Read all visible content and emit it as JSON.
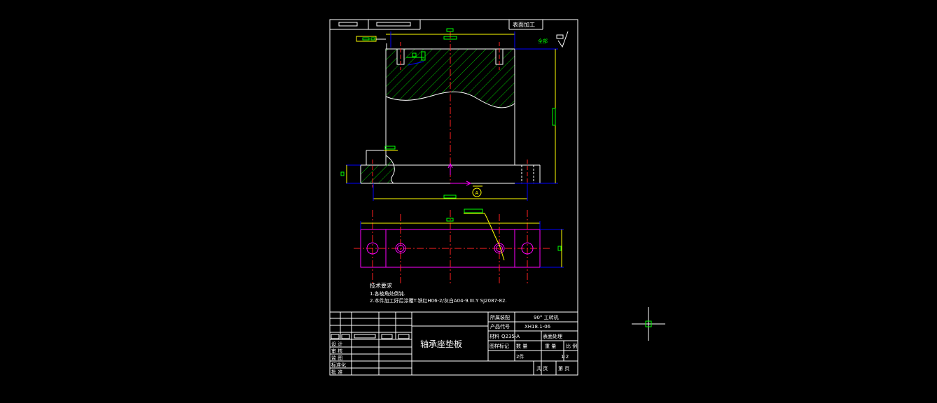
{
  "title_block": {
    "surface_label": "表面加工",
    "overall_roughness_label": "全部",
    "part_name": "轴承座垫板",
    "assembly_label": "所属装配",
    "assembly_value": "90° 工转机",
    "product_code_label": "产品代号",
    "product_code_value": "XH18.1-06",
    "material_label": "材料",
    "material_value": "Q235-A",
    "surface_treatment_label": "表面处理",
    "stage_mark_label": "图样标记",
    "quantity_label": "数 量",
    "weight_label": "重 量",
    "scale_label": "比 例",
    "quantity_value": "2件",
    "scale_value": "1:2",
    "sheets_total_label": "共 页",
    "sheet_no_label": "第 页",
    "sign_labels": [
      "设 计",
      "审 核",
      "监 图",
      "标准化",
      "批 准"
    ]
  },
  "tech_notes": {
    "heading": "技术要求",
    "line1": "1.各棱角处倒钝.",
    "line2": "2.本件加工好后涂覆T.铁红H06-2/灰白A04-9.III.Y  SJ2087-82."
  },
  "datum_label": "A",
  "colors": {
    "background": "#000000",
    "frame": "#ffffff",
    "hatch": "#00c000",
    "center_line": "#ff2020",
    "dimension": "#ffff00",
    "extension": "#0000ff",
    "outline_pink": "#ff00ff",
    "text_green": "#00ff00"
  }
}
